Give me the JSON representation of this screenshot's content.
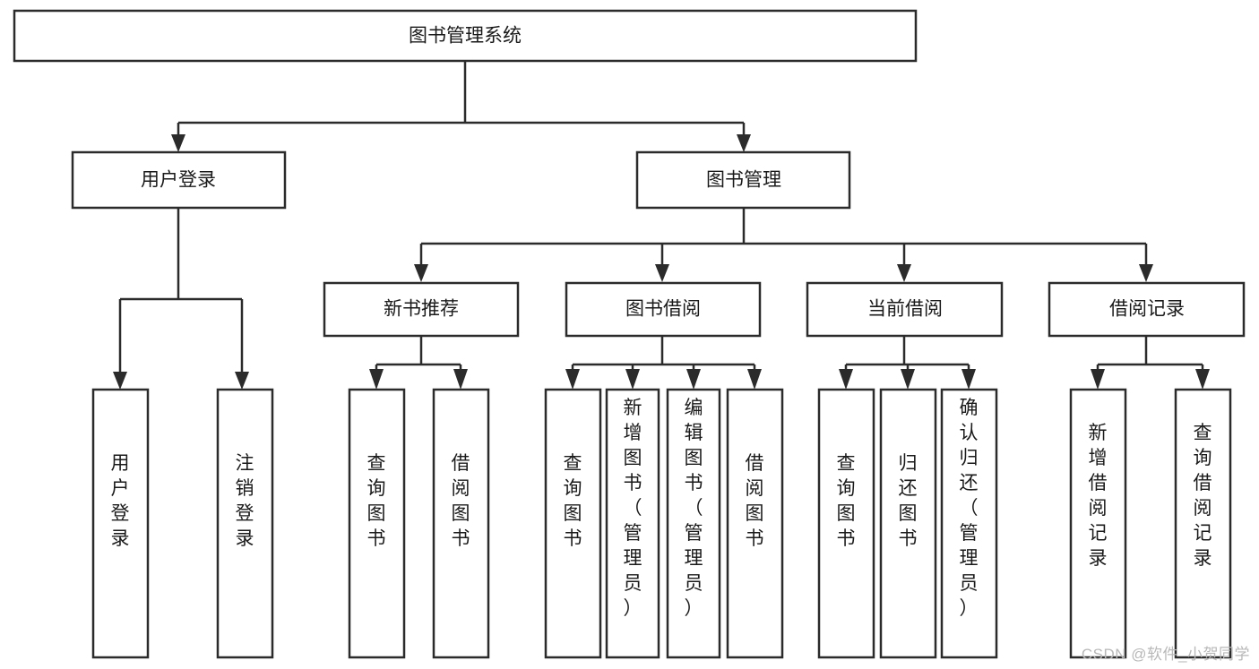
{
  "diagram": {
    "type": "tree-hierarchy",
    "title": "图书管理系统",
    "levels": 4,
    "colors": {
      "box_fill": "#ffffff",
      "box_stroke": "#2b2b2b",
      "text": "#1a1a1a",
      "background": "#ffffff",
      "watermark": "#b8b8b8"
    },
    "nodes": {
      "root": {
        "label": "图书管理系统",
        "orientation": "horizontal"
      },
      "user_login": {
        "label": "用户登录",
        "orientation": "horizontal"
      },
      "book_manage": {
        "label": "图书管理",
        "orientation": "horizontal"
      },
      "new_book_rec": {
        "label": "新书推荐",
        "orientation": "horizontal"
      },
      "book_borrow": {
        "label": "图书借阅",
        "orientation": "horizontal"
      },
      "current_borrow": {
        "label": "当前借阅",
        "orientation": "horizontal"
      },
      "borrow_record": {
        "label": "借阅记录",
        "orientation": "horizontal"
      },
      "leaf_user_login": {
        "label": "用户登录",
        "orientation": "vertical"
      },
      "leaf_logout": {
        "label": "注销登录",
        "orientation": "vertical"
      },
      "leaf_query_book_1": {
        "label": "查询图书",
        "orientation": "vertical"
      },
      "leaf_borrow_book_1": {
        "label": "借阅图书",
        "orientation": "vertical"
      },
      "leaf_query_book_2": {
        "label": "查询图书",
        "orientation": "vertical"
      },
      "leaf_add_book": {
        "label": "新增图书（管理员）",
        "orientation": "vertical"
      },
      "leaf_edit_book": {
        "label": "编辑图书（管理员）",
        "orientation": "vertical"
      },
      "leaf_borrow_book_2": {
        "label": "借阅图书",
        "orientation": "vertical"
      },
      "leaf_query_book_3": {
        "label": "查询图书",
        "orientation": "vertical"
      },
      "leaf_return_book": {
        "label": "归还图书",
        "orientation": "vertical"
      },
      "leaf_confirm_return": {
        "label": "确认归还（管理员）",
        "orientation": "vertical"
      },
      "leaf_add_record": {
        "label": "新增借阅记录",
        "orientation": "vertical"
      },
      "leaf_query_record": {
        "label": "查询借阅记录",
        "orientation": "vertical"
      }
    },
    "edges": [
      {
        "from": "root",
        "to": "user_login"
      },
      {
        "from": "root",
        "to": "book_manage"
      },
      {
        "from": "user_login",
        "to": "leaf_user_login"
      },
      {
        "from": "user_login",
        "to": "leaf_logout"
      },
      {
        "from": "book_manage",
        "to": "new_book_rec"
      },
      {
        "from": "book_manage",
        "to": "book_borrow"
      },
      {
        "from": "book_manage",
        "to": "current_borrow"
      },
      {
        "from": "book_manage",
        "to": "borrow_record"
      },
      {
        "from": "new_book_rec",
        "to": "leaf_query_book_1"
      },
      {
        "from": "new_book_rec",
        "to": "leaf_borrow_book_1"
      },
      {
        "from": "book_borrow",
        "to": "leaf_query_book_2"
      },
      {
        "from": "book_borrow",
        "to": "leaf_add_book"
      },
      {
        "from": "book_borrow",
        "to": "leaf_edit_book"
      },
      {
        "from": "book_borrow",
        "to": "leaf_borrow_book_2"
      },
      {
        "from": "current_borrow",
        "to": "leaf_query_book_3"
      },
      {
        "from": "current_borrow",
        "to": "leaf_return_book"
      },
      {
        "from": "current_borrow",
        "to": "leaf_confirm_return"
      },
      {
        "from": "borrow_record",
        "to": "leaf_add_record"
      },
      {
        "from": "borrow_record",
        "to": "leaf_query_record"
      }
    ]
  },
  "watermark": {
    "label": "CSDN @软件_小贺同学"
  }
}
